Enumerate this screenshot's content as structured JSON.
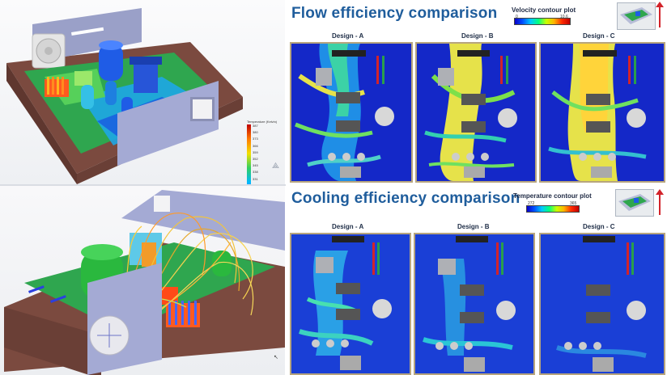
{
  "flow": {
    "title": "Flow efficiency comparison",
    "legend_title": "Velocity contour plot",
    "legend_min": "0",
    "legend_max": "10.6",
    "designs": [
      "Design - A",
      "Design - B",
      "Design - C"
    ]
  },
  "cooling": {
    "title": "Cooling efficiency comparison",
    "legend_title": "Temperature contour plot",
    "legend_min": "272",
    "legend_max": "365",
    "designs": [
      "Design - A",
      "Design - B",
      "Design - C"
    ]
  },
  "model": {
    "colorbar_title": "Temperature (Kelvin)",
    "colorbar_labels": [
      "387",
      "380",
      "373",
      "366",
      "359",
      "352",
      "345",
      "338",
      "331",
      "324",
      "318"
    ],
    "triad_icon": "axis-triad-icon",
    "cursor_icon": "cursor-icon"
  },
  "colors": {
    "title": "#1f5d9c",
    "enclosure": "#7b4a3f",
    "side_wall": "#a4aad4",
    "pcb": "#2a9e4a",
    "indicator": "#d2232a"
  }
}
